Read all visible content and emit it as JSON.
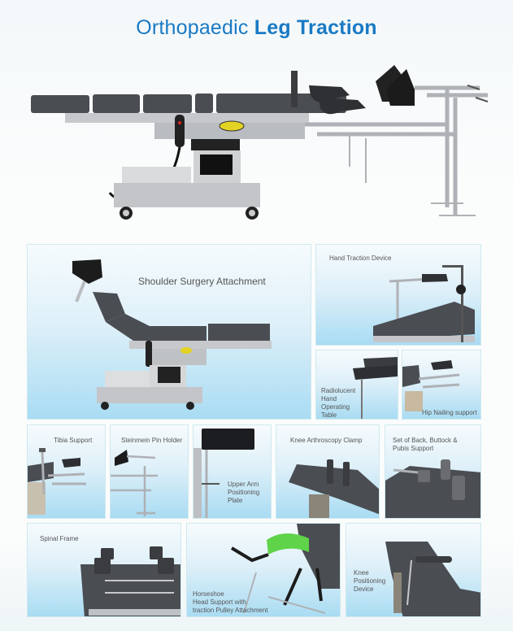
{
  "title": {
    "light": "Orthopaedic ",
    "bold": "Leg Traction"
  },
  "colors": {
    "title": "#1a7ac4",
    "panel_bottom": "#a9dcf3",
    "panel_border": "#cfe9ef",
    "table_top": "#4a4d52",
    "steel": "#b9bcc0"
  },
  "hero": {
    "icon": "operating-table-with-leg-traction"
  },
  "panels": [
    {
      "id": "shoulder",
      "label": "Shoulder Surgery Attachment"
    },
    {
      "id": "hand-traction",
      "label": "Hand Traction Device"
    },
    {
      "id": "radiolucent",
      "label": "Radiolucent Hand Operating Table",
      "lines": [
        "Radiolucent",
        "Hand",
        "Operating",
        "Table"
      ]
    },
    {
      "id": "hip-nailing",
      "label": "Hip Nailing support"
    },
    {
      "id": "tibia",
      "label": "Tibia Support"
    },
    {
      "id": "steinmein",
      "label": "Steinmein Pin Holder"
    },
    {
      "id": "upper-arm",
      "label": "Upper Arm Positioning Plate",
      "lines": [
        "Upper Arm",
        "Positioning",
        "Plate"
      ]
    },
    {
      "id": "knee-arthroscopy",
      "label": "Knee Arthroscopy Clamp"
    },
    {
      "id": "back-buttock",
      "label": "Set of Back, Buttock & Pubis Support",
      "lines": [
        "Set of Back, Buttock &",
        "Pubis Support"
      ]
    },
    {
      "id": "spinal",
      "label": "Spinal Frame"
    },
    {
      "id": "horseshoe",
      "label": "Horseshoe Head Support with traction Pulley Attachment",
      "lines": [
        "Horseshoe",
        "Head Support with",
        "traction Pulley Attachment"
      ]
    },
    {
      "id": "knee-positioning",
      "label": "Knee Positioning Device",
      "lines": [
        "Knee",
        "Positioning",
        "Device"
      ]
    }
  ]
}
